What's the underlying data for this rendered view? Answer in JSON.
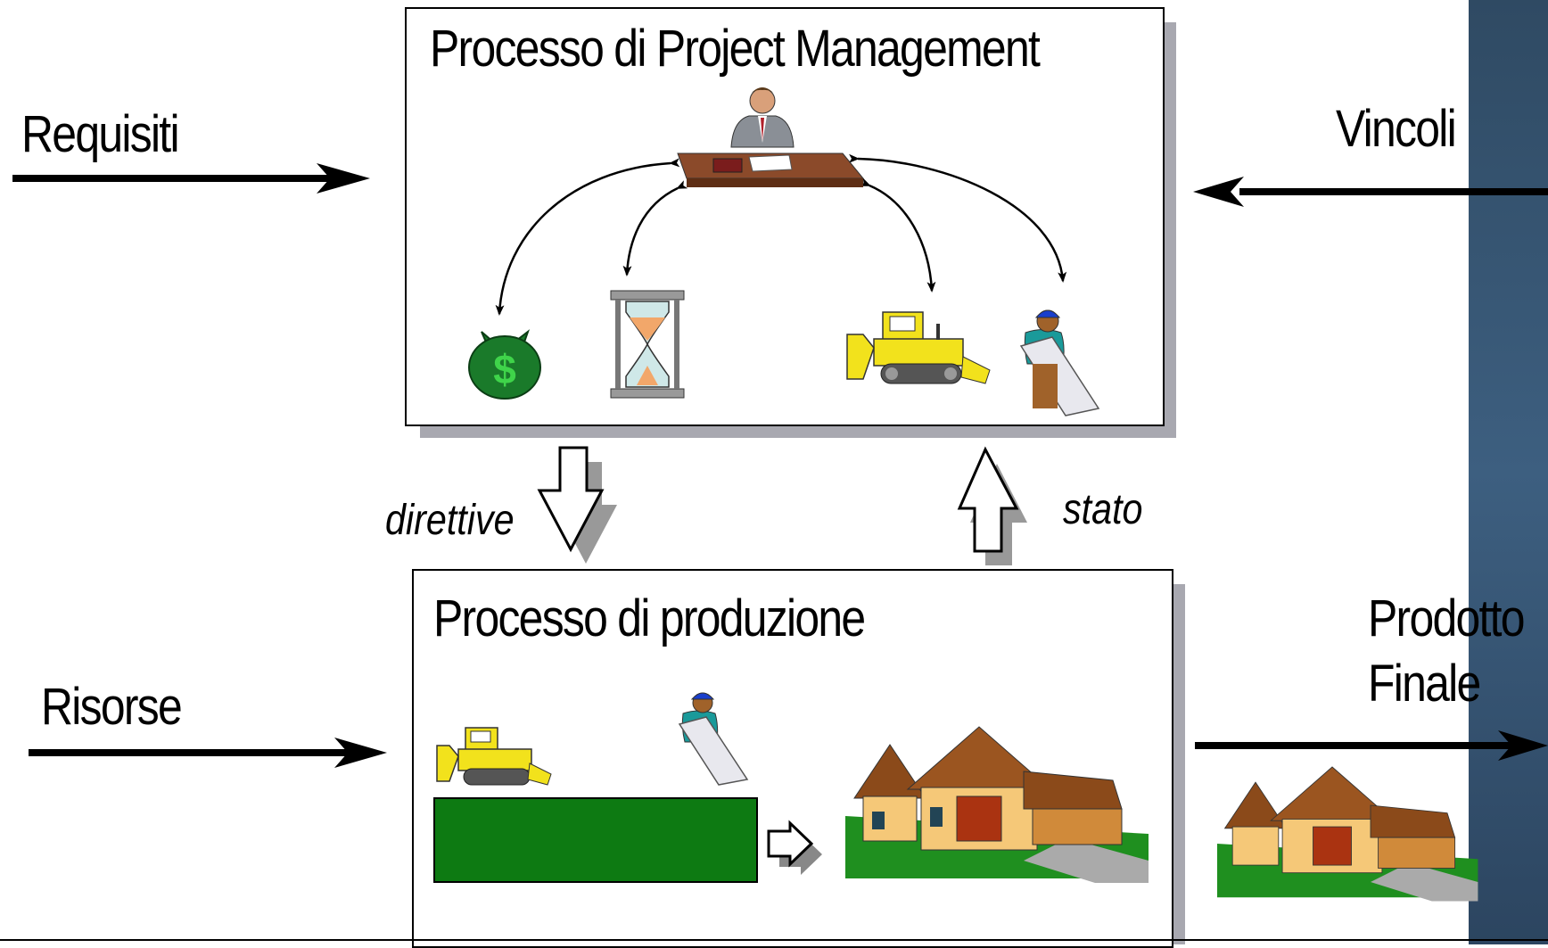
{
  "title_pm": "Processo di Project Management",
  "title_prod": "Processo di produzione",
  "inputs": {
    "requisiti": "Requisiti",
    "vincoli": "Vincoli",
    "risorse": "Risorse"
  },
  "output": {
    "line1": "Prodotto",
    "line2": "Finale"
  },
  "flows": {
    "direttive": "direttive",
    "stato": "stato"
  },
  "icons": [
    "manager-at-desk-icon",
    "money-bag-icon",
    "hourglass-icon",
    "bulldozer-icon",
    "worker-with-blueprint-icon",
    "house-icon"
  ],
  "colors": {
    "field_green": "#0d7a12",
    "money_green": "#1a7a2a",
    "bulldozer_yellow": "#f2e21c",
    "panel_blue": "#3d5f80"
  }
}
